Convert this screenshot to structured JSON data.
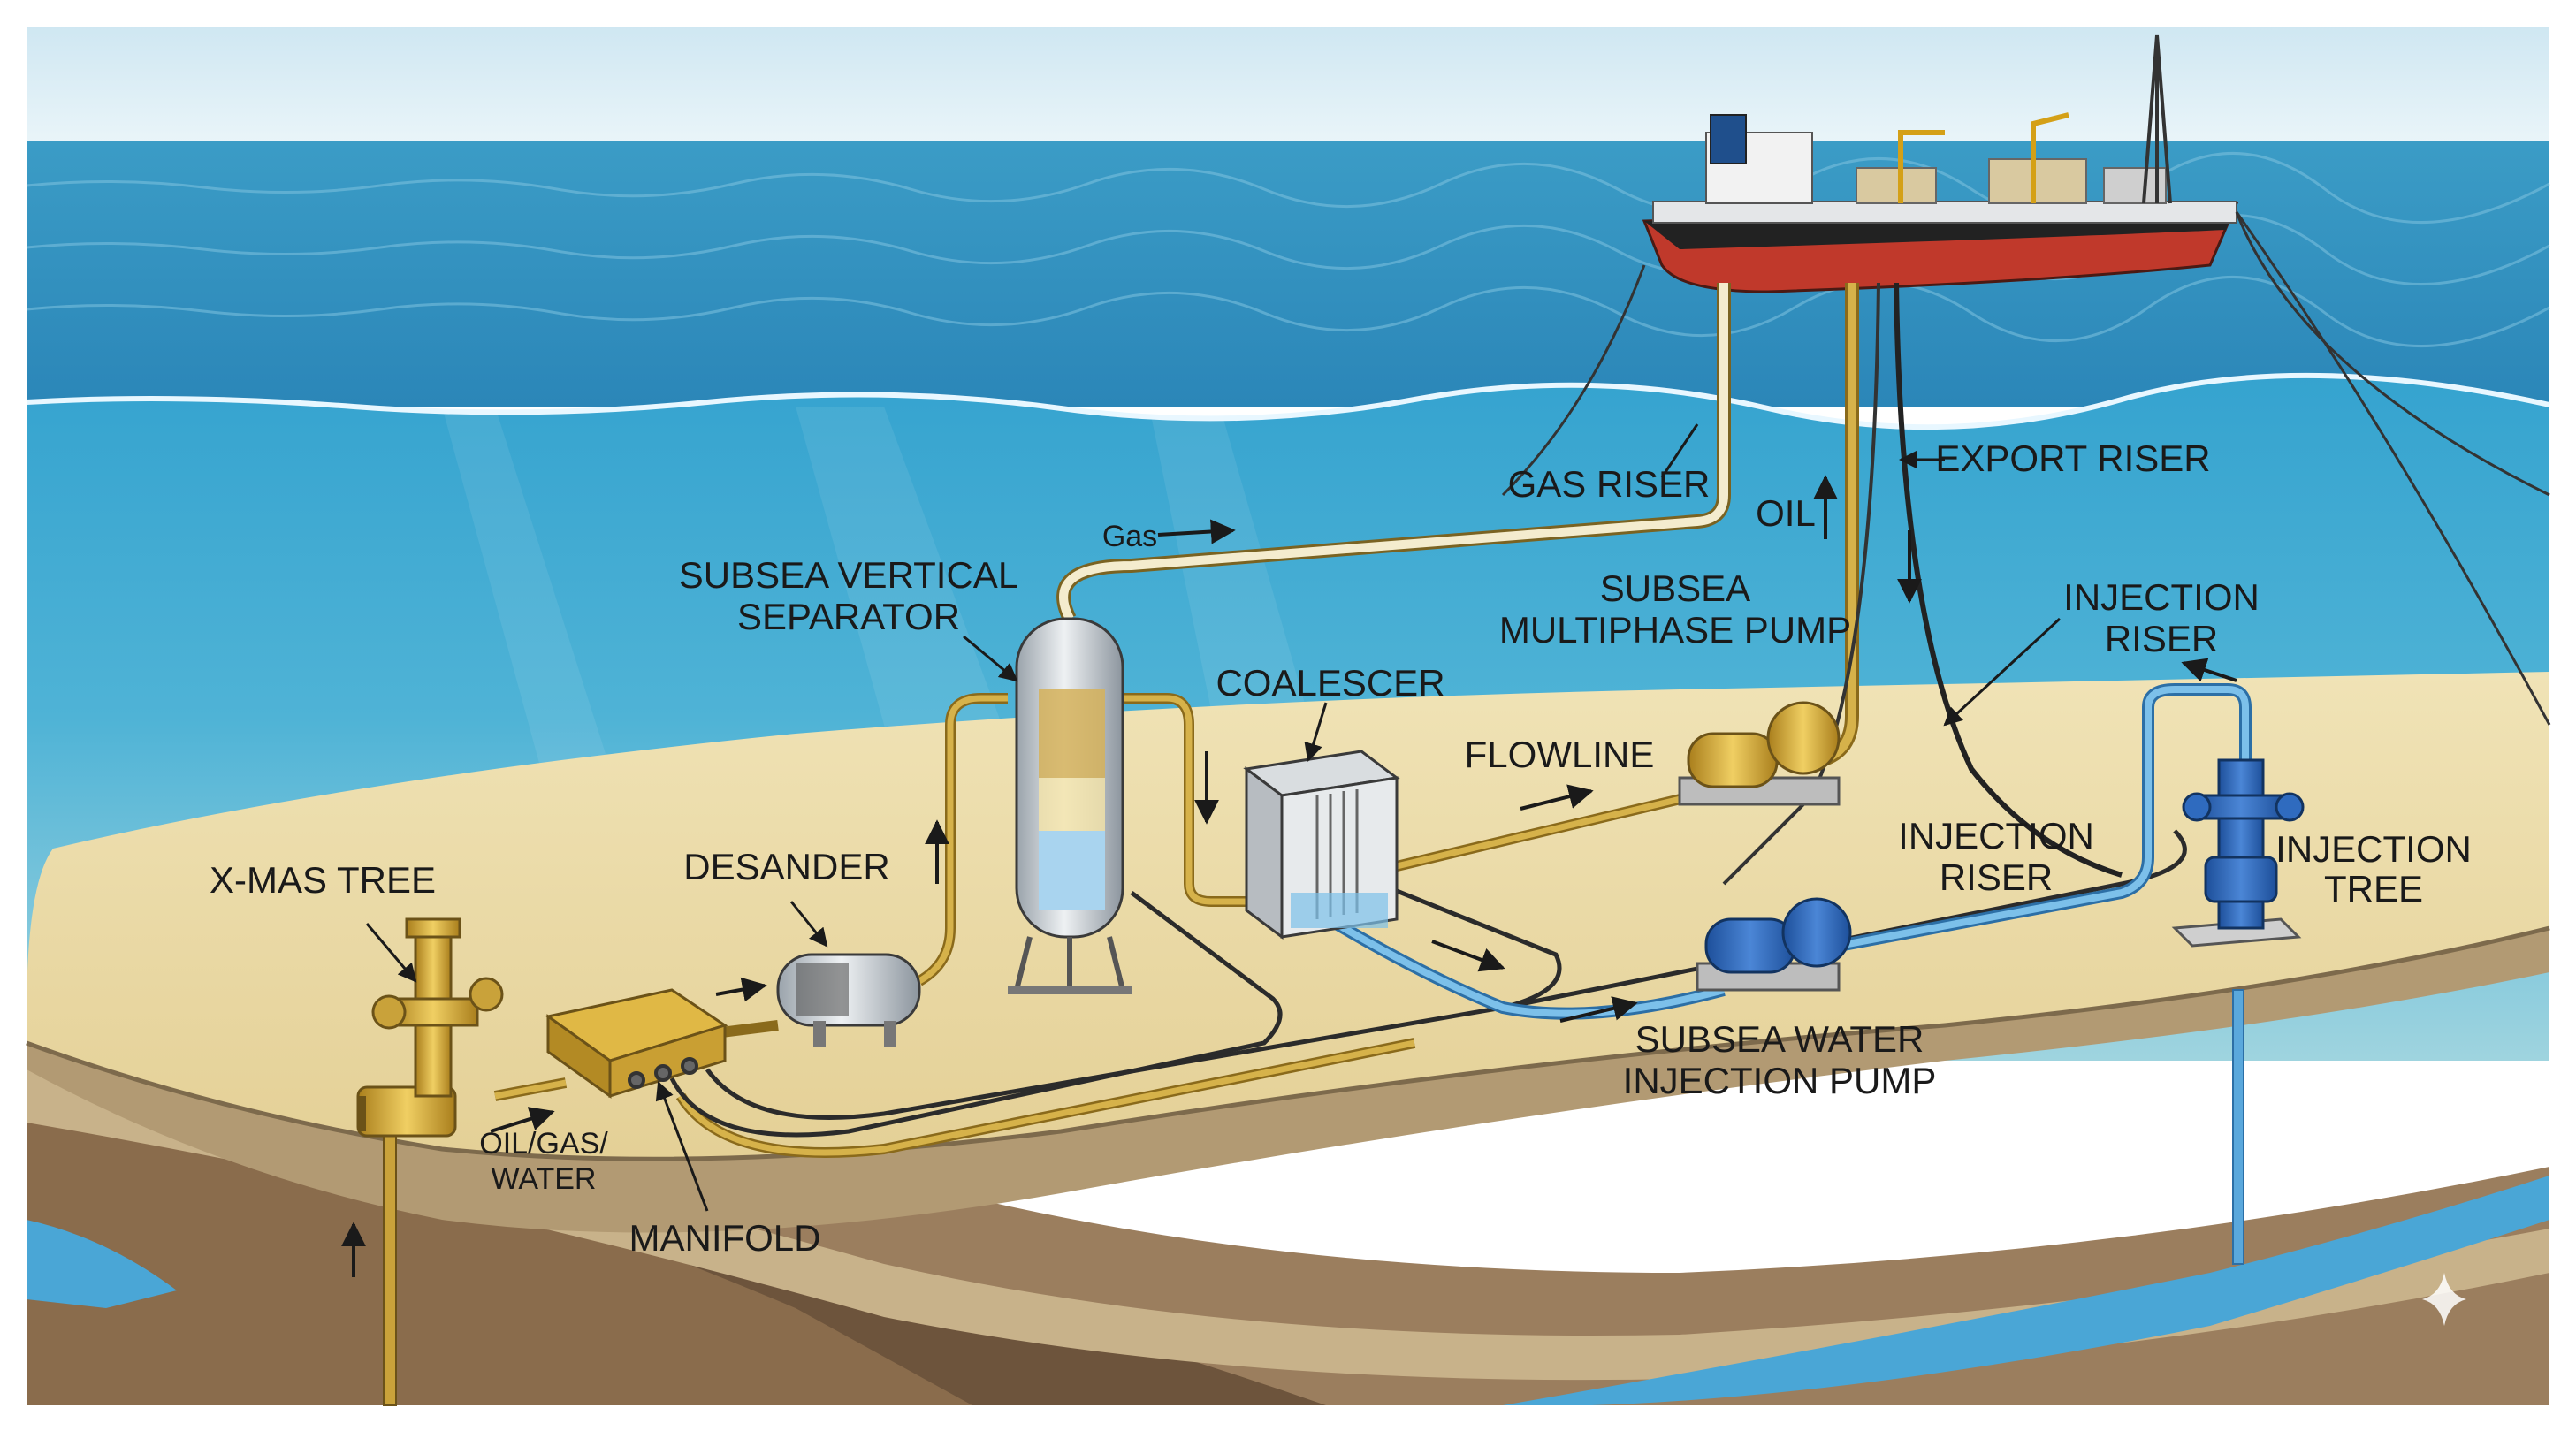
{
  "labels": {
    "xmas_tree": "X-MAS TREE",
    "oil_gas_water_1": "OIL/GAS/",
    "oil_gas_water_2": "WATER",
    "manifold": "MANIFOLD",
    "desander": "DESANDER",
    "separator_1": "SUBSEA VERTICAL",
    "separator_2": "SEPARATOR",
    "gas": "Gas",
    "gas_riser": "GAS RISER",
    "coalescer": "COALESCER",
    "flowline": "FLOWLINE",
    "multiphase_pump_1": "SUBSEA",
    "multiphase_pump_2": "MULTIPHASE PUMP",
    "oil": "OIL",
    "export_riser": "EXPORT RISER",
    "injection_riser_top_1": "INJECTION",
    "injection_riser_top_2": "RISER",
    "injection_riser_mid_1": "INJECTION",
    "injection_riser_mid_2": "RISER",
    "injection_tree_1": "INJECTION",
    "injection_tree_2": "TREE",
    "water_pump_1": "SUBSEA WATER",
    "water_pump_2": "INJECTION PUMP"
  },
  "colors": {
    "sky": "#dceef5",
    "sea_surface": "#3a9ec7",
    "water_deep": "#2f8fbd",
    "seabed": "#ecdcaa",
    "rock_layer": "#9b7e5e",
    "yellow_pipe": "#c9a23a",
    "water_pipe": "#5aa8dc",
    "ship_hull": "#c0392b"
  },
  "icons": [
    "sparkle-icon"
  ]
}
